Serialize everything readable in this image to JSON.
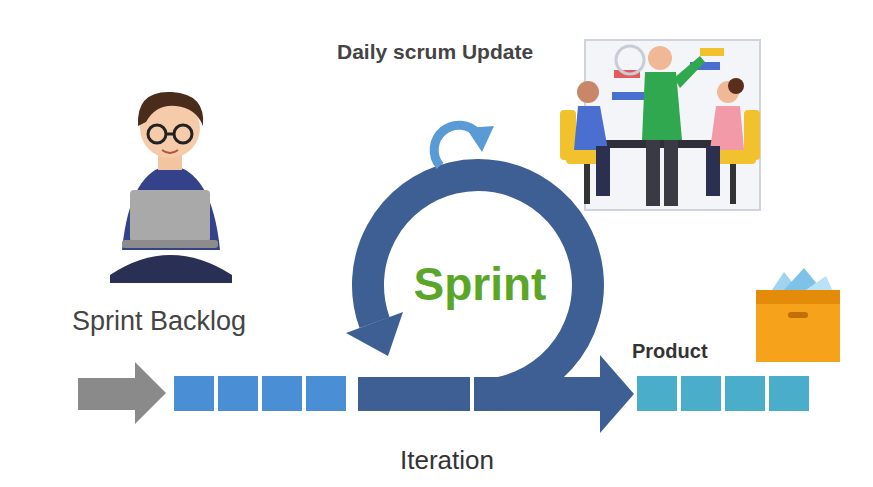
{
  "diagram": {
    "labels": [
      "Daily scrum Update",
      "Sprint Backlog",
      "Sprint",
      "Product",
      "Iteration"
    ]
  }
}
